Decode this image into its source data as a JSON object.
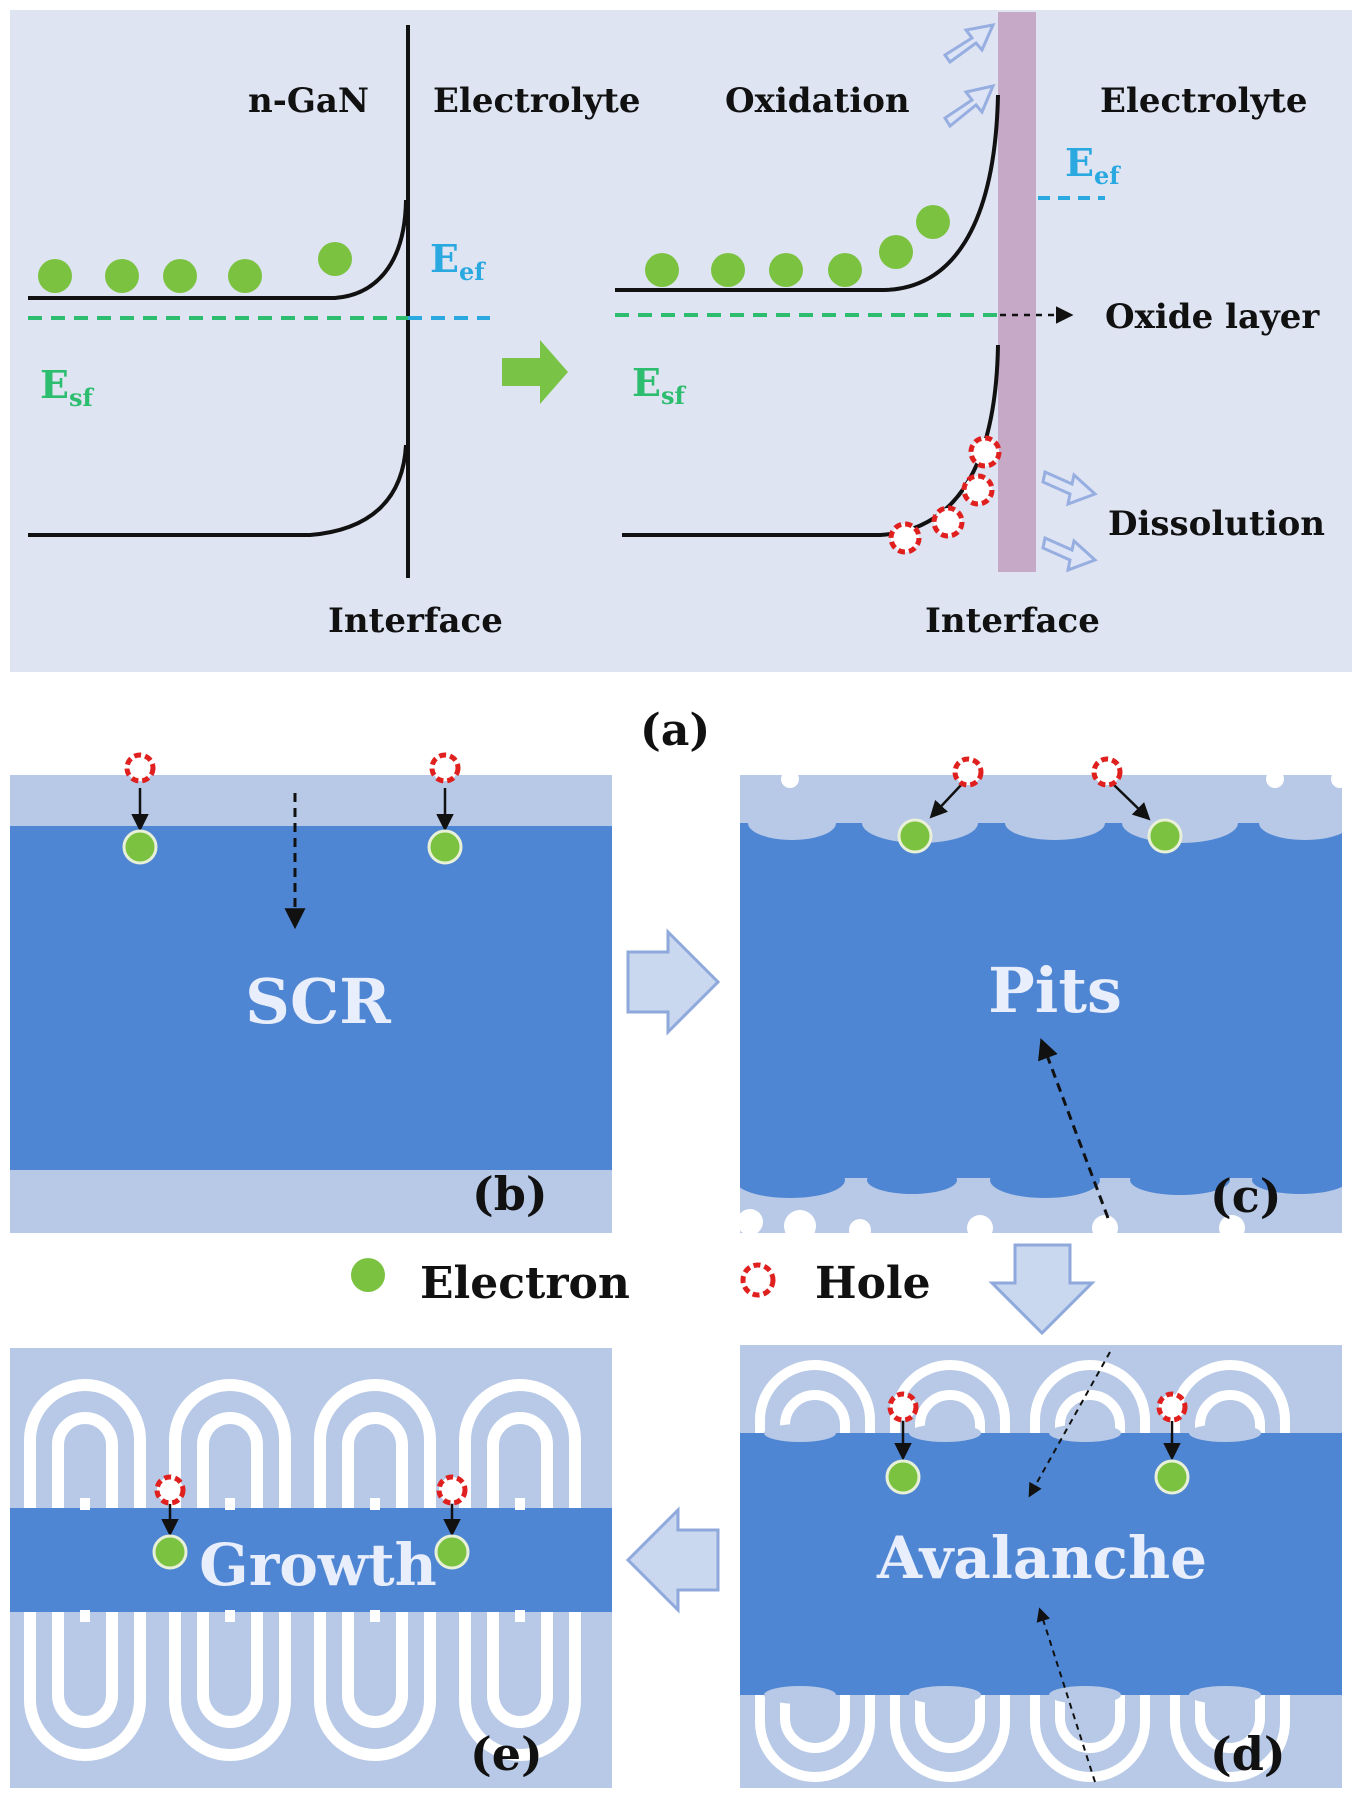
{
  "panel_a": {
    "left": {
      "semiconductor": "n-GaN",
      "electrolyte": "Electrolyte",
      "interface": "Interface",
      "eef_main": "E",
      "eef_sub": "ef",
      "esf_main": "E",
      "esf_sub": "sf"
    },
    "right": {
      "oxidation": "Oxidation",
      "electrolyte": "Electrolyte",
      "oxide_layer": "Oxide layer",
      "dissolution": "Dissolution",
      "interface": "Interface",
      "eef_main": "E",
      "eef_sub": "ef",
      "esf_main": "E",
      "esf_sub": "sf"
    },
    "caption": "(a)"
  },
  "panel_b": {
    "label": "SCR",
    "caption": "(b)"
  },
  "panel_c": {
    "label": "Pits",
    "caption": "(c)"
  },
  "panel_d": {
    "label": "Avalanche",
    "caption": "(d)"
  },
  "panel_e": {
    "label": "Growth",
    "caption": "(e)"
  },
  "legend": {
    "electron": "Electron",
    "hole": "Hole"
  },
  "colors": {
    "electron": "#7cc241",
    "hole": "#e0201e",
    "substrate": "#4f86d3",
    "background": "#dfe4f3",
    "light_band": "#b7c9e6",
    "oxide": "#c5a9c6",
    "esf_line": "#2dbd6e",
    "eef_line": "#2aa9e0"
  }
}
